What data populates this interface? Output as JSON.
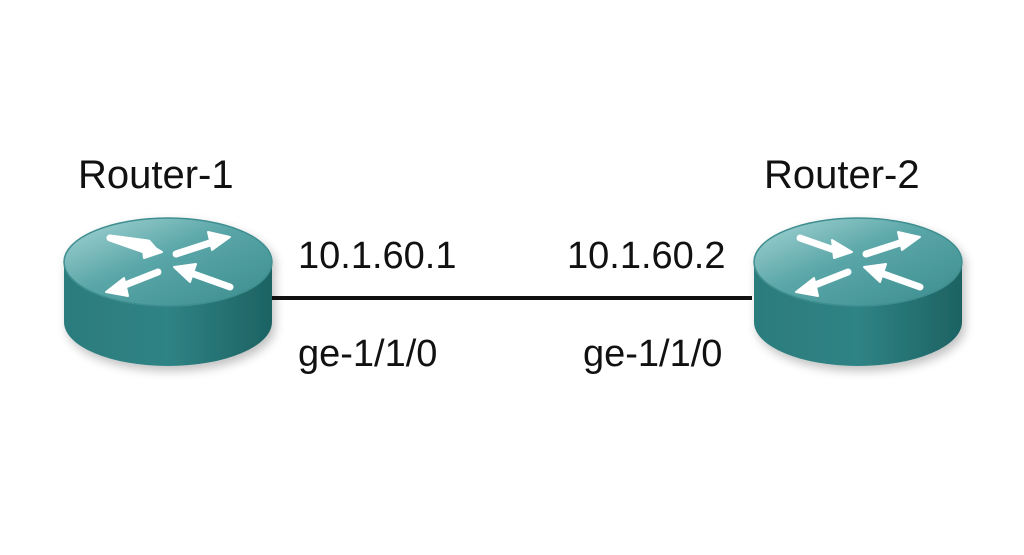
{
  "colors": {
    "router_top": "#4a9a9c",
    "router_top_highlight": "#8cc7c7",
    "router_side": "#2a7879",
    "router_side_dark": "#1b5f60",
    "link": "#111111",
    "arrow": "#ffffff"
  },
  "routers": [
    {
      "name": "Router-1",
      "icon": "router-icon",
      "ip": "10.1.60.1",
      "interface": "ge-1/1/0"
    },
    {
      "name": "Router-2",
      "icon": "router-icon",
      "ip": "10.1.60.2",
      "interface": "ge-1/1/0"
    }
  ]
}
